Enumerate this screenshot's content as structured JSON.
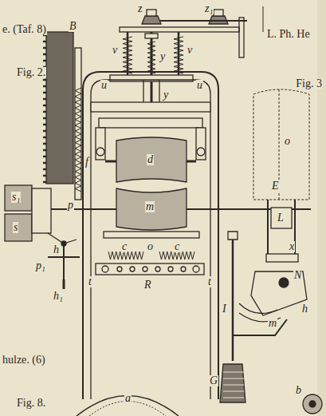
{
  "diagram": {
    "labels": [
      "e. (Taf. 8)",
      "L. Ph. He",
      "Fig. 2.",
      "Fig. 3",
      "z",
      "z₁",
      "v",
      "y",
      "v",
      "u",
      "u",
      "y",
      "B",
      "p",
      "f",
      "d",
      "m",
      "o",
      "c",
      "c",
      "R",
      "t",
      "t",
      "s₁",
      "s",
      "h",
      "p₁",
      "h₁",
      "I",
      "G",
      "o",
      "E",
      "L",
      "x",
      "N",
      "h",
      "m",
      "hulze. (6)",
      "Fig. 8.",
      "a",
      "b"
    ]
  }
}
